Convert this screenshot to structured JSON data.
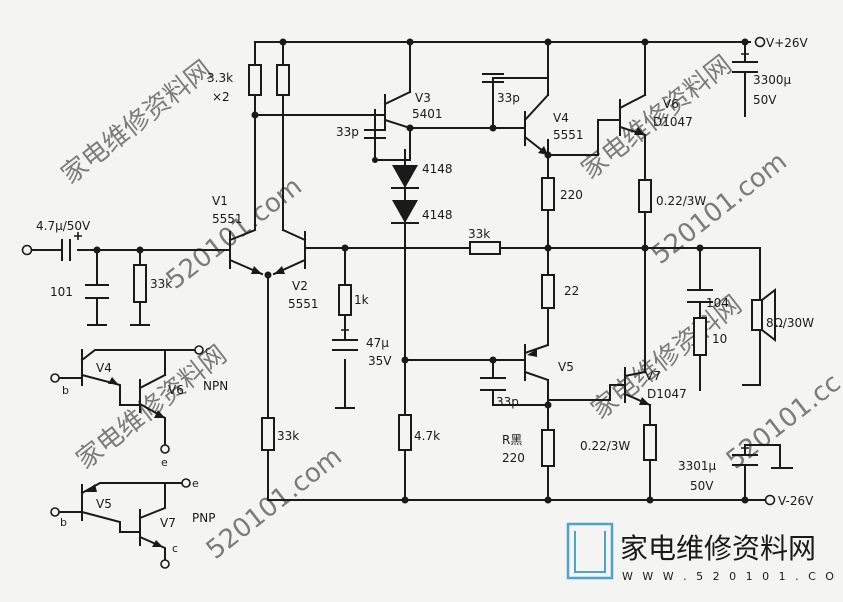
{
  "watermark": {
    "cn": "家电维修资料网",
    "url": "520101.com",
    "url_frag": "520101.cc"
  },
  "logo": {
    "text": "家电维修资料网",
    "url": "W W W . 5 2 0 1 0 1 . C O M",
    "color": "#4fa3c8"
  },
  "labels": {
    "vplus": "V+26V",
    "vminus": "V-26V",
    "cap_top": "3300μ",
    "cap_top_v": "50V",
    "cap_bot": "3301μ",
    "cap_bot_v": "50V",
    "r33k_x2": "3.3k",
    "r33k_x2_mult": "×2",
    "v3": "V3",
    "v3_part": "5401",
    "c33p_a": "33p",
    "c33p_b": "33p",
    "c33p_c": "33p",
    "v4": "V4",
    "v4_part": "5551",
    "v6": "V6",
    "v6_part": "D1047",
    "d1": "4148",
    "d2": "4148",
    "r220": "220",
    "r022_a": "0.22/3W",
    "r022_b": "0.22/3W",
    "v1": "V1",
    "v1_part": "5551",
    "v2": "V2",
    "v2_part": "5551",
    "cin": "4.7μ/50V",
    "c101": "101",
    "r33k_in": "33k",
    "r1k": "1k",
    "r33k_fb": "33k",
    "r22": "22",
    "c104": "104",
    "r10": "10",
    "spk": "8Ω/30W",
    "c47": "47μ",
    "c47_v": "35V",
    "v5": "V5",
    "v7": "V7",
    "v7_part": "D1047",
    "r33k_tail": "33k",
    "r47k": "4.7k",
    "rblack": "R黑",
    "rblack_val": "220",
    "leg_npn": "NPN",
    "leg_pnp": "PNP",
    "leg_v4": "V4",
    "leg_v6": "V6",
    "leg_v5": "V5",
    "leg_v7": "V7",
    "leg_b1": "b",
    "leg_c1": "c",
    "leg_e1": "e",
    "leg_b2": "b",
    "leg_e2": "e",
    "leg_c2": "c"
  }
}
